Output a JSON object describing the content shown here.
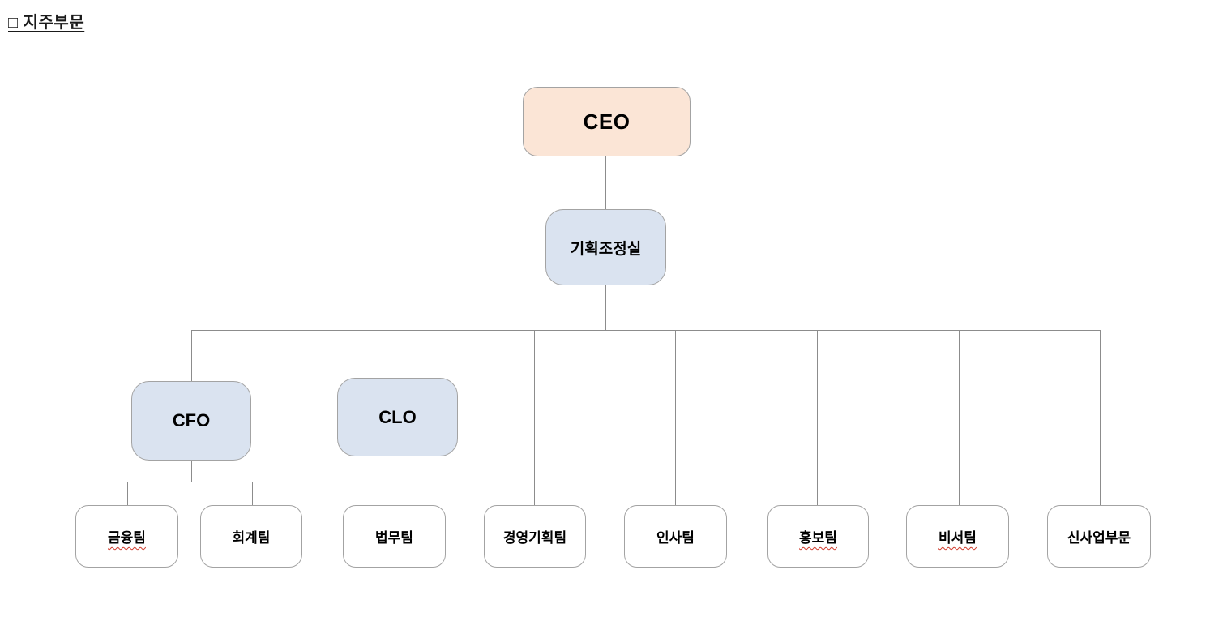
{
  "title": "□ 지주부문",
  "colors": {
    "ceo_fill": "#FBE5D6",
    "dept_fill": "#DAE3F0",
    "team_fill": "#FFFFFF",
    "connector": "#8C8C8C",
    "box_border": "#A3A3A3",
    "spellcheck_underline": "#D03A2B",
    "text": "#000000"
  },
  "org": {
    "root": {
      "label": "CEO"
    },
    "staff_office": {
      "label": "기획조정실"
    },
    "executives": [
      {
        "label": "CFO"
      },
      {
        "label": "CLO"
      }
    ],
    "teams": [
      {
        "label": "금융팀",
        "spellcheck_underline": true
      },
      {
        "label": "회계팀",
        "spellcheck_underline": false
      },
      {
        "label": "법무팀",
        "spellcheck_underline": false
      },
      {
        "label": "경영기획팀",
        "spellcheck_underline": false
      },
      {
        "label": "인사팀",
        "spellcheck_underline": false
      },
      {
        "label": "홍보팀",
        "spellcheck_underline": true
      },
      {
        "label": "비서팀",
        "spellcheck_underline": true
      },
      {
        "label": "신사업부문",
        "spellcheck_underline": false
      }
    ]
  }
}
